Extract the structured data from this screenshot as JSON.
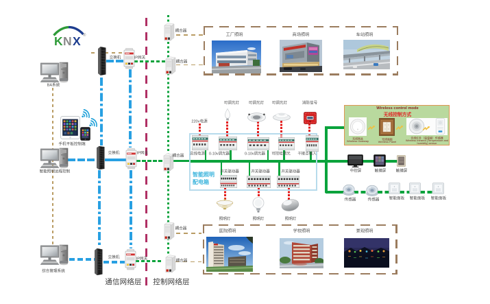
{
  "logo": {
    "k": "K",
    "n": "N",
    "x": "X",
    "reg": "®"
  },
  "management": {
    "computers": [
      {
        "label": "BA系统"
      },
      {
        "label": "智能照明远程控制"
      },
      {
        "label": "综合管理系统"
      }
    ],
    "mobile_label": "手机平板控制端"
  },
  "network": {
    "rows": [
      {
        "switch": "交换机",
        "gateway": "IP网关"
      },
      {
        "switch": "交换机",
        "gateway": "IP网关"
      },
      {
        "switch": "交换机",
        "gateway": "IP网关"
      }
    ],
    "couplers": [
      {
        "label": "耦合器"
      },
      {
        "label": "耦合器"
      },
      {
        "label": "耦合器"
      },
      {
        "label": "耦合器"
      },
      {
        "label": "耦合器"
      }
    ],
    "layer_labels": {
      "communication": "通信网络层",
      "control": "控制网络层"
    }
  },
  "distribution_box": {
    "title_line1": "智能照明",
    "title_line2": "配电箱",
    "inputs": [
      {
        "label": "220v电源"
      },
      {
        "label": "可调光灯"
      },
      {
        "label": "可调光灯"
      },
      {
        "label": "可调光灯"
      },
      {
        "label": "消防信号"
      }
    ],
    "modules": [
      {
        "label": "总线电源"
      },
      {
        "label": "0-10v调光器"
      },
      {
        "label": "0-10v调光器"
      },
      {
        "label": "可控硅调光"
      },
      {
        "label": "干接点输入"
      }
    ],
    "actuators": [
      {
        "label": "开关驱动器"
      },
      {
        "label": "开关驱动器"
      },
      {
        "label": "开关驱动器"
      }
    ],
    "lamps": [
      {
        "label": "照明灯"
      },
      {
        "label": "照明灯"
      },
      {
        "label": "照明灯"
      }
    ]
  },
  "wireless_box": {
    "title_en": "Wireless control mode",
    "title_zh": "无线控制方式",
    "devices": [
      {
        "zh": "无线网关",
        "en": "Wireless Gateway"
      },
      {
        "zh": "无线面板",
        "en": "Wireless Panel"
      },
      {
        "zh": "无线红外（温湿度）传感器",
        "en1": "Wireless Infrared (Temperature and",
        "en2": "humidity) sensor"
      }
    ]
  },
  "control_devices": {
    "screens": [
      {
        "label": "中控屏"
      },
      {
        "label": "触摸屏"
      },
      {
        "label": "触摸屏"
      }
    ],
    "field_devices": [
      {
        "label": "传感器"
      },
      {
        "label": "传感器"
      },
      {
        "label": "智能面板"
      },
      {
        "label": "智能面板"
      },
      {
        "label": "智能面板"
      }
    ]
  },
  "applications": {
    "top": [
      {
        "label": "工厂照明"
      },
      {
        "label": "商场照明"
      },
      {
        "label": "车站照明"
      }
    ],
    "bottom": [
      {
        "label": "医院照明"
      },
      {
        "label": "学校照明"
      },
      {
        "label": "景观照明"
      }
    ]
  },
  "colors": {
    "bus_green": "#0aa33c",
    "lan_blue": "#28a0e2",
    "backbone_magenta": "#b03064",
    "power_red": "#e41c1c",
    "link_tan": "#b99c63",
    "box_tan": "#9b7c5e",
    "dist_box_blue": "#b7dbec",
    "dist_title_cyan": "#3cb4dc",
    "wireless_bg": "#b9d99e",
    "wireless_border": "#df9552"
  }
}
